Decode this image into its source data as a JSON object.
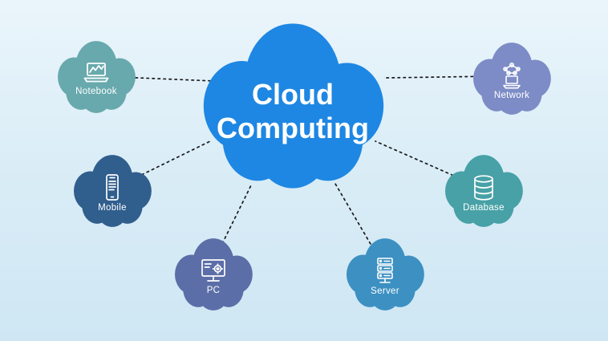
{
  "center": {
    "title_line1": "Cloud",
    "title_line2": "Computing",
    "color": "#1e87e3"
  },
  "nodes": [
    {
      "id": "notebook",
      "label": "Notebook",
      "color": "#68a9ad",
      "icon": "laptop-chart-icon"
    },
    {
      "id": "network",
      "label": "Network",
      "color": "#7d8cc6",
      "icon": "network-laptop-icon"
    },
    {
      "id": "mobile",
      "label": "Mobile",
      "color": "#305e8d",
      "icon": "smartphone-icon"
    },
    {
      "id": "database",
      "label": "Database",
      "color": "#47a1a6",
      "icon": "database-icon"
    },
    {
      "id": "pc",
      "label": "PC",
      "color": "#5b6ea8",
      "icon": "desktop-gear-icon"
    },
    {
      "id": "server",
      "label": "Server",
      "color": "#3d90c2",
      "icon": "server-rack-icon"
    }
  ],
  "connector_color": "#1b1b1b",
  "background": {
    "top": "#eaf5fb",
    "bottom": "#cfe7f4"
  }
}
